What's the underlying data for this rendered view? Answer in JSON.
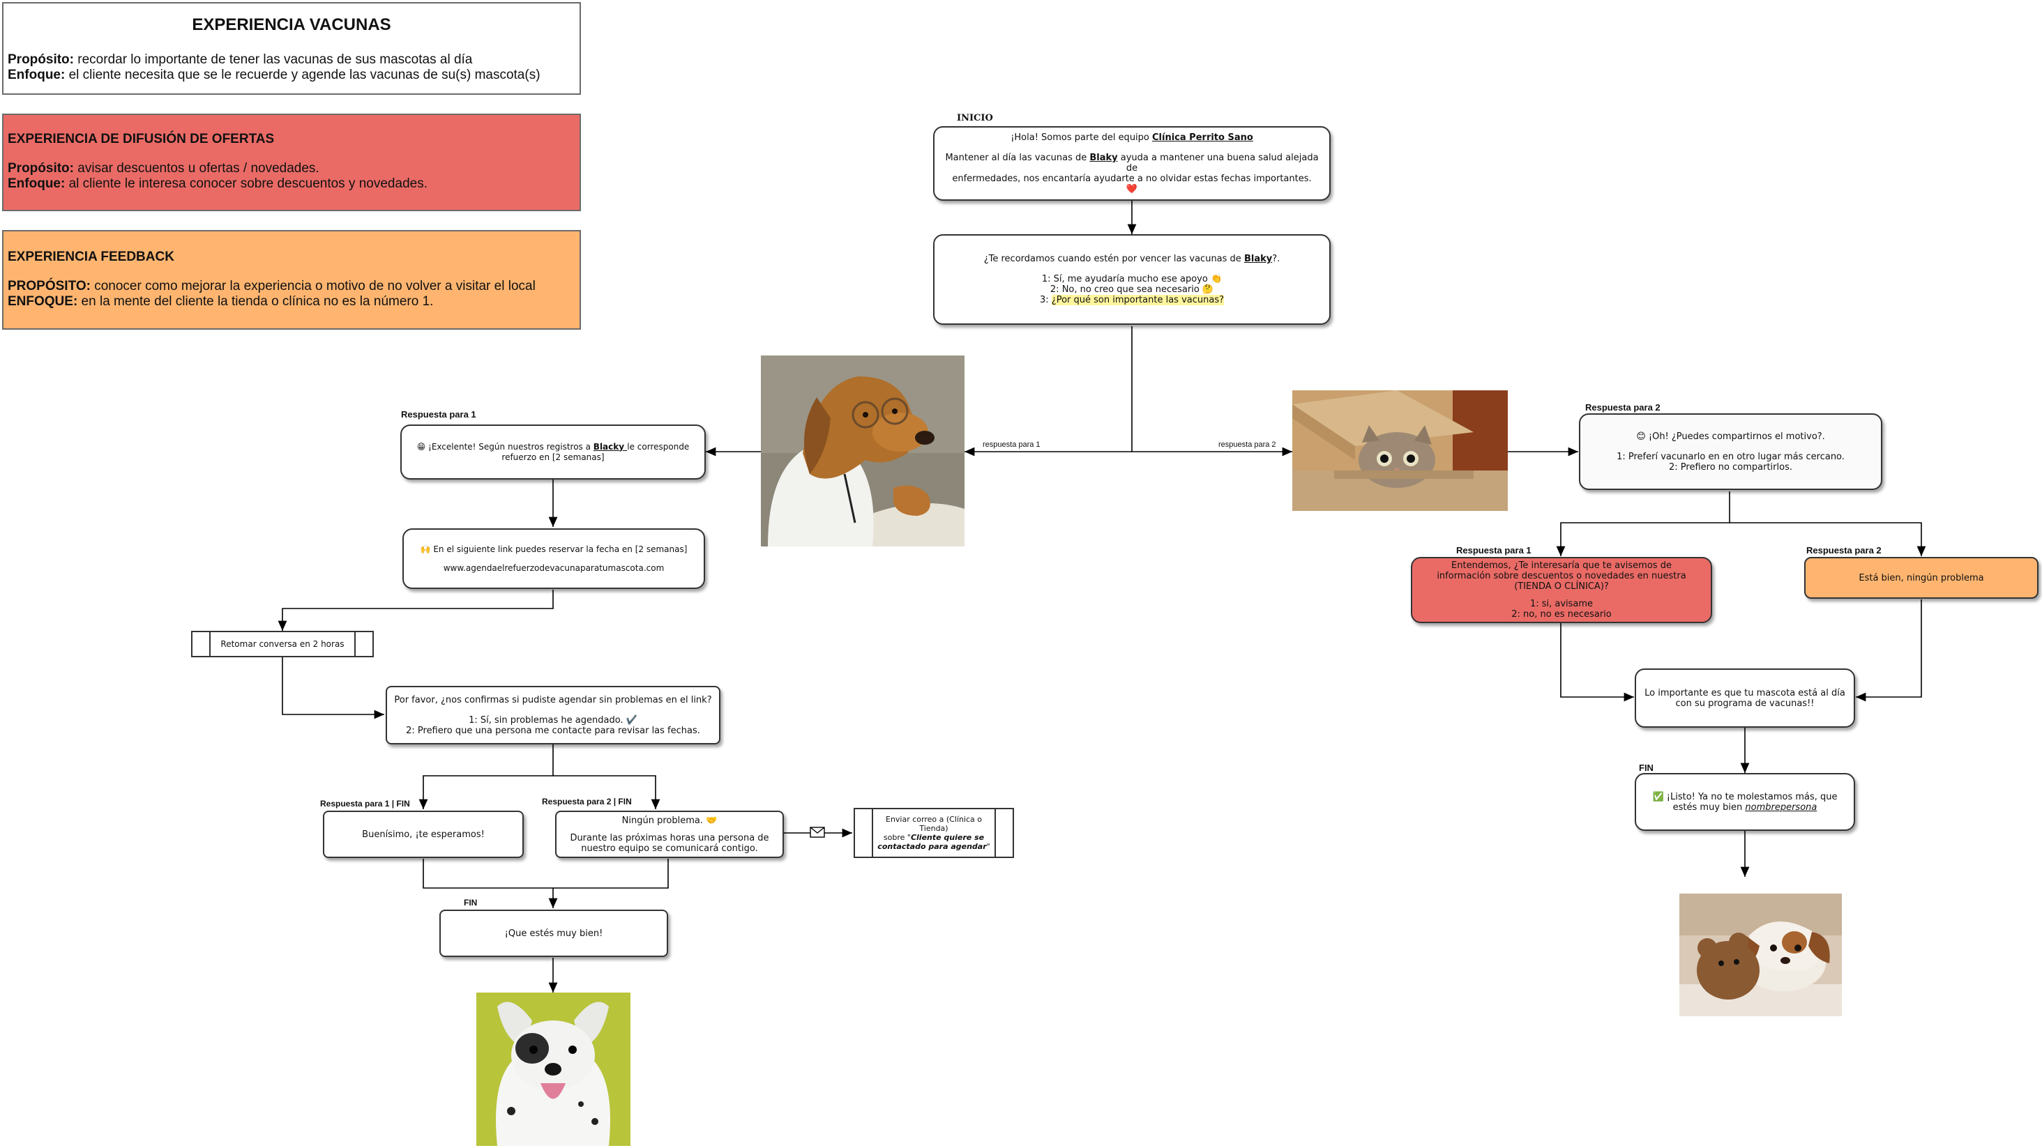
{
  "legend": {
    "vacunas": {
      "title": "EXPERIENCIA VACUNAS",
      "l1_key": "Propósito:",
      "l1_val": " recordar lo importante de tener las vacunas de sus mascotas al día",
      "l2_key": "Enfoque:",
      "l2_val": " el cliente necesita que se le recuerde y agende las vacunas de su(s) mascota(s)"
    },
    "ofertas": {
      "title": "EXPERIENCIA DE DIFUSIÓN DE OFERTAS",
      "l1_key": "Propósito:",
      "l1_val": " avisar descuentos u ofertas / novedades.",
      "l2_key": "Enfoque:",
      "l2_val": " al cliente le interesa conocer sobre descuentos y novedades.",
      "color": "#ea6b66"
    },
    "feedback": {
      "title": "EXPERIENCIA FEEDBACK",
      "l1_key": "PROPÓSITO:",
      "l1_val": " conocer como mejorar la experiencia o motivo de no volver a visitar el local",
      "l2_key": "ENFOQUE:",
      "l2_val": " en la mente del cliente la tienda o clínica no es la número 1.",
      "color": "#ffb570"
    }
  },
  "labels": {
    "inicio": "INICIO",
    "resp1": "Respuesta para 1",
    "resp2": "Respuesta para 2",
    "edge1": "respuesta para 1",
    "edge2": "respuesta para 2",
    "resp1_fin": "Respuesta para 1 | FIN",
    "resp2_fin": "Respuesta para 2 | FIN",
    "fin_left": "FIN",
    "r_resp1": "Respuesta para 1",
    "r_resp2": "Respuesta para 2",
    "fin_right": "FIN"
  },
  "nodes": {
    "start": {
      "l1_pre": "¡Hola! Somos parte del equipo ",
      "l1_link": "Clínica Perrito Sano",
      "l2_pre": "Mantener al día las vacunas de ",
      "l2_link": "Blaky",
      "l2_post": " ayuda a mantener una buena salud alejada de",
      "l3": "enfermedades, nos encantaría ayudarte a no olvidar estas fechas importantes.",
      "heart": "❤️"
    },
    "question": {
      "l1_pre": "¿Te recordamos cuando estén por vencer las vacunas de ",
      "l1_link": "Blaky",
      "l1_post": "?.",
      "o1": "1: Sí, me ayudaría mucho ese apoyo 👏",
      "o2": "2: No, no creo que sea necesario 🤔",
      "o3_pre": "3: ",
      "o3_hl": "¿Por qué son importante las vacunas?"
    },
    "excelente": {
      "pre": "😁 ¡Excelente! Según nuestros registros a ",
      "link": "Blacky ",
      "post": "le corresponde refuerzo en [2 semanas]"
    },
    "link": {
      "l1": "🙌 En el siguiente link puedes reservar la fecha en [2 semanas]",
      "l2": "www.agendaelrefuerzodevacunaparatumascota.com"
    },
    "retomar": "Retomar conversa en 2 horas",
    "confirm": {
      "l1": "Por favor, ¿nos confirmas si pudiste agendar sin problemas en el link?",
      "l2": "1: Sí, sin problemas he agendado. ✔️",
      "l3": "2: Prefiero que una persona me contacte para revisar las fechas."
    },
    "buenisimo": "Buenísimo, ¡te esperamos!",
    "problema": {
      "l1": "Ningún problema. 🤝",
      "l2": "Durante las próximas horas una persona de nuestro equipo se comunicará contigo."
    },
    "correo": {
      "l1": "Enviar correo a (Clínica o Tienda)",
      "l2_pre": "sobre \"",
      "l2_em": "Cliente quiere se contactado para agendar",
      "l2_post": "\""
    },
    "que_estes": "¡Que estés muy bien!",
    "oh": {
      "l1": "😊 ¡Oh! ¿Puedes compartirnos el motivo?.",
      "l2": "1: Preferí vacunarlo en en otro lugar más cercano.",
      "l3": "2: Prefiero no compartirlos."
    },
    "entendemos": {
      "l1": "Entendemos, ¿Te interesaría que te avisemos de información sobre descuentos o novedades en nuestra (TIENDA O CLÍNICA)?",
      "l2": "1: si, avisame",
      "l3": "2: no, no es necesario"
    },
    "esta_bien": "Está bien, ningún problema",
    "importante": "Lo importante es que tu mascota está al día con su programa de vacunas!!",
    "listo": {
      "pre": "✅ ¡Listo! Ya no te molestamos más, que estés muy bien ",
      "em": "nombrepersona"
    }
  },
  "colors": {
    "red": "#ea6b66",
    "orange": "#ffb570",
    "highlight": "#fff59d",
    "line": "#000000"
  },
  "images": [
    "dog-doctor-photo",
    "cat-box-photo",
    "schnauzer-photo",
    "puppy-teddy-photo"
  ]
}
